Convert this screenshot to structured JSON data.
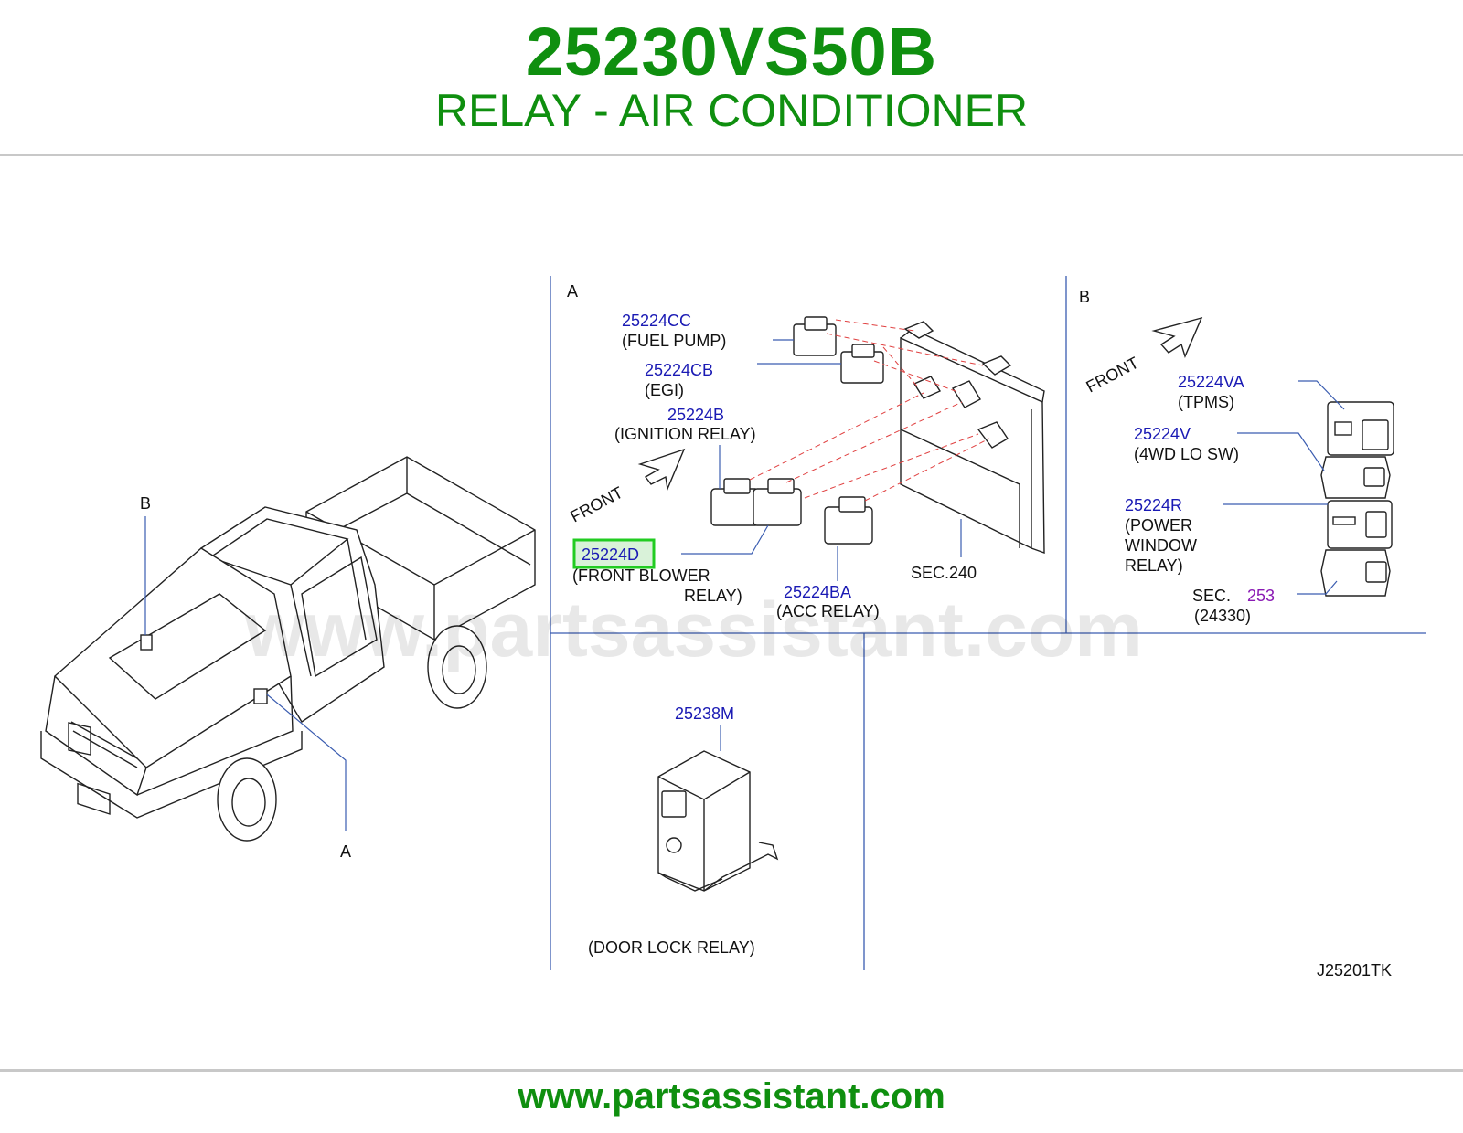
{
  "header": {
    "part_number": "25230VS50B",
    "description": "RELAY - AIR CONDITIONER"
  },
  "footer": {
    "site": "www.partsassistant.com"
  },
  "watermark": "www.partsassistant.com",
  "diagram": {
    "code": "J25201TK",
    "panel_a": {
      "letter": "A",
      "front": "FRONT",
      "items": [
        {
          "pn": "25224CC",
          "desc": [
            "(FUEL  PUMP)"
          ]
        },
        {
          "pn": "25224CB",
          "desc": [
            "(EGI)"
          ]
        },
        {
          "pn": "25224B",
          "desc": [
            "(IGNITION  RELAY)"
          ]
        },
        {
          "pn": "25224D",
          "desc": [
            "(FRONT  BLOWER",
            "RELAY)"
          ],
          "highlighted": true
        },
        {
          "pn": "25224BA",
          "desc": [
            "(ACC  RELAY)"
          ]
        }
      ],
      "section": "SEC.240"
    },
    "panel_b": {
      "letter": "B",
      "front": "FRONT",
      "items": [
        {
          "pn": "25224VA",
          "desc": [
            "(TPMS)"
          ]
        },
        {
          "pn": "25224V",
          "desc": [
            "(4WD  LO  SW)"
          ]
        },
        {
          "pn": "25224R",
          "desc": [
            "(POWER",
            "WINDOW",
            "RELAY)"
          ]
        }
      ],
      "section_prefix": "SEC.",
      "section_link": "253",
      "section_sub": "(24330)"
    },
    "panel_c": {
      "pn": "25238M",
      "desc": "(DOOR  LOCK  RELAY)"
    },
    "truck": {
      "label_a": "A",
      "label_b": "B"
    }
  },
  "colors": {
    "title_green": "#0f8f0f",
    "part_blue": "#1a1ab4",
    "section_purple": "#8a1ab4",
    "highlight_green": "#22cc22",
    "highlight_fill": "#d9f2d9"
  }
}
